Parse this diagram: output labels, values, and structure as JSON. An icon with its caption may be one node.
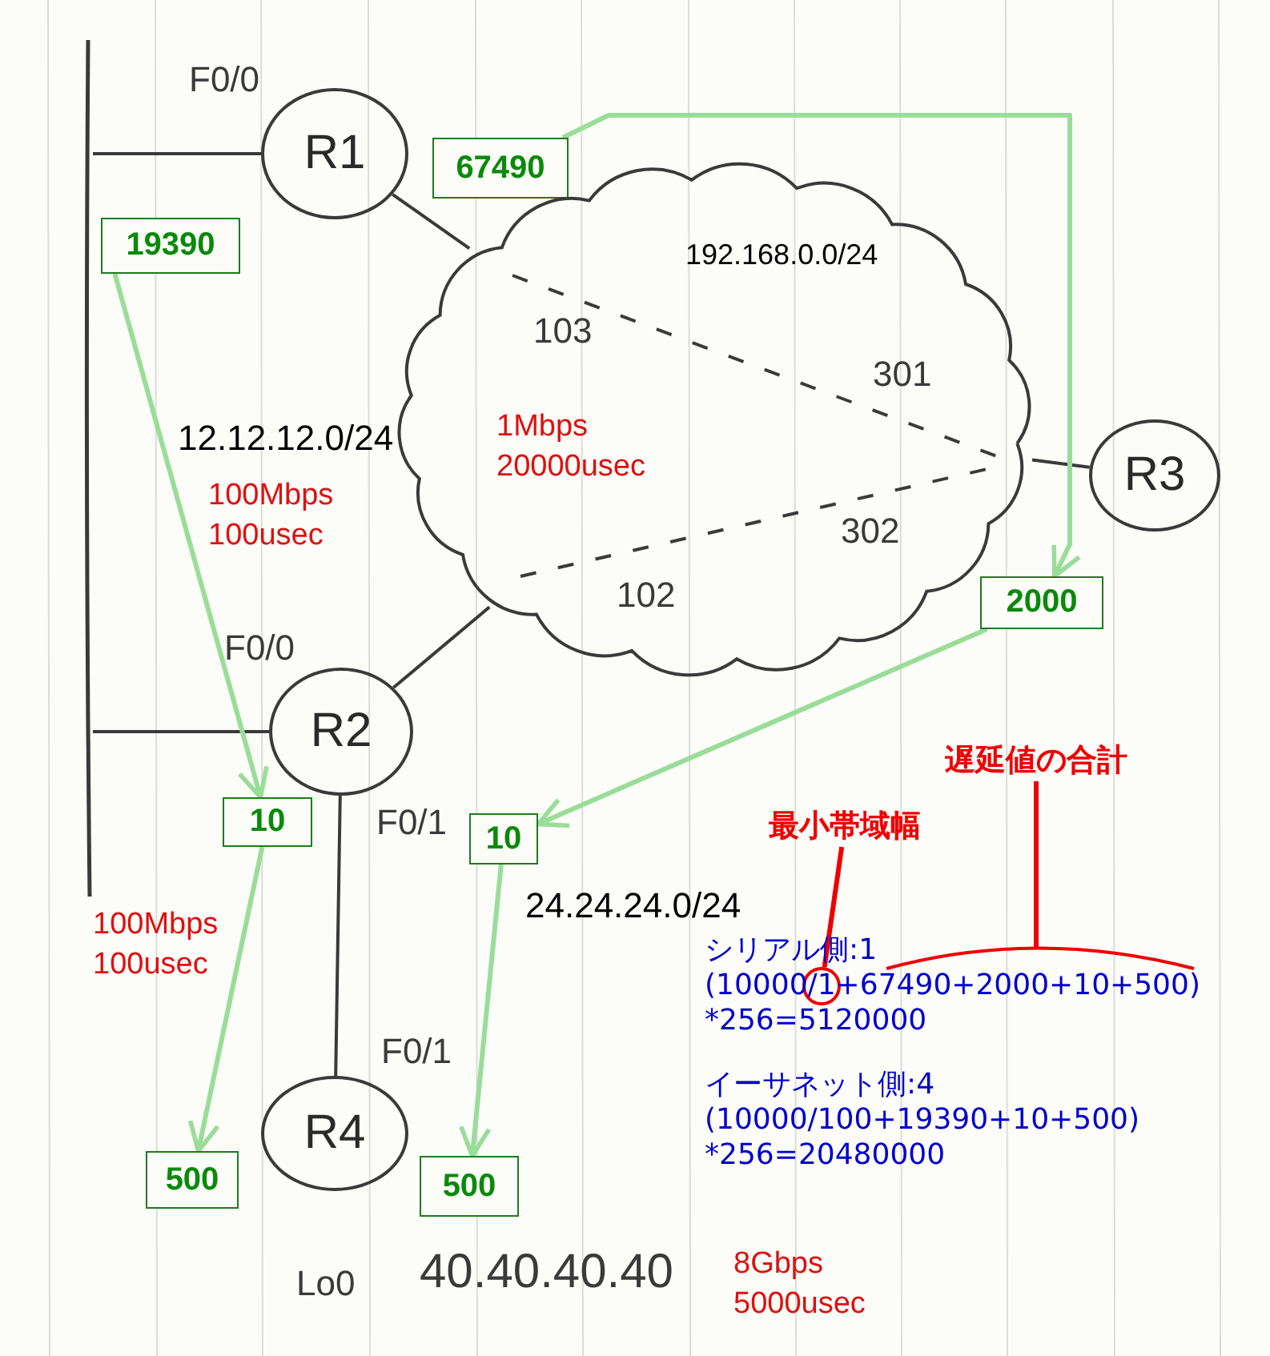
{
  "diagram": {
    "nodes": [
      {
        "text": [],
        "shape": "bar"
      },
      {
        "text": [
          "R1"
        ],
        "beside": [
          "F0/0"
        ]
      },
      {
        "text": [
          "67490"
        ]
      },
      {
        "text": [
          "19390"
        ]
      },
      {
        "text": [
          "192.168.0.0/24",
          "1Mbps 20000usec"
        ]
      },
      {
        "text": [
          "R3"
        ]
      },
      {
        "text": [
          "2000"
        ]
      },
      {
        "text": [
          "R2"
        ],
        "beside": [
          "F0/0",
          "F0/1"
        ]
      },
      {
        "text": [
          "10"
        ]
      },
      {
        "text": [
          "10"
        ]
      },
      {
        "text": [
          "遅延値の合計"
        ]
      },
      {
        "text": [
          "最小帯域幅"
        ]
      },
      {
        "text": [],
        "shape": "circle"
      },
      {
        "text": [
          "R4"
        ],
        "beside": [
          "F0/1"
        ]
      },
      {
        "text": [
          "500"
        ]
      },
      {
        "text": [
          "500"
        ]
      }
    ],
    "edges": [
      {
        "from": 1,
        "to": 4,
        "arrow": "none"
      },
      {
        "from": 4,
        "to": 5,
        "arrow": "none"
      },
      {
        "from": 7,
        "to": 4,
        "arrow": "none"
      },
      {
        "from": 7,
        "to": 13,
        "arrow": "none"
      },
      {
        "from": 0,
        "to": 1,
        "arrow": "none"
      },
      {
        "from": 0,
        "to": 7,
        "arrow": "none"
      },
      {
        "from": 2,
        "to": 6,
        "arrow": "to",
        "color": "#99dd99"
      },
      {
        "from": 6,
        "to": 9,
        "arrow": "to",
        "color": "#99dd99"
      },
      {
        "from": 9,
        "to": 15,
        "arrow": "to",
        "color": "#99dd99"
      },
      {
        "from": 3,
        "to": 8,
        "arrow": "to",
        "color": "#99dd99"
      },
      {
        "from": 8,
        "to": 14,
        "arrow": "to",
        "color": "#99dd99"
      },
      {
        "from": 11,
        "to": 12,
        "arrow": "none",
        "color": "#ee0000"
      },
      {
        "from": 10,
        "to": null,
        "arrow": "none",
        "color": "#ee0000"
      }
    ],
    "labels": [
      "103",
      "12.12.12.0/24",
      "301",
      "100Mbps 100usec",
      "302",
      "102",
      "100Mbps 100usec",
      "24.24.24.0/24",
      "シリアル側:1",
      "(10000/1+67490+2000+10+500)",
      "*256=5120000",
      "イーサネット側:4",
      "(10000/100+19390+10+500)",
      "*256=20480000",
      "Lo0",
      "40.40.40.40",
      "8Gbps 5000usec"
    ]
  }
}
